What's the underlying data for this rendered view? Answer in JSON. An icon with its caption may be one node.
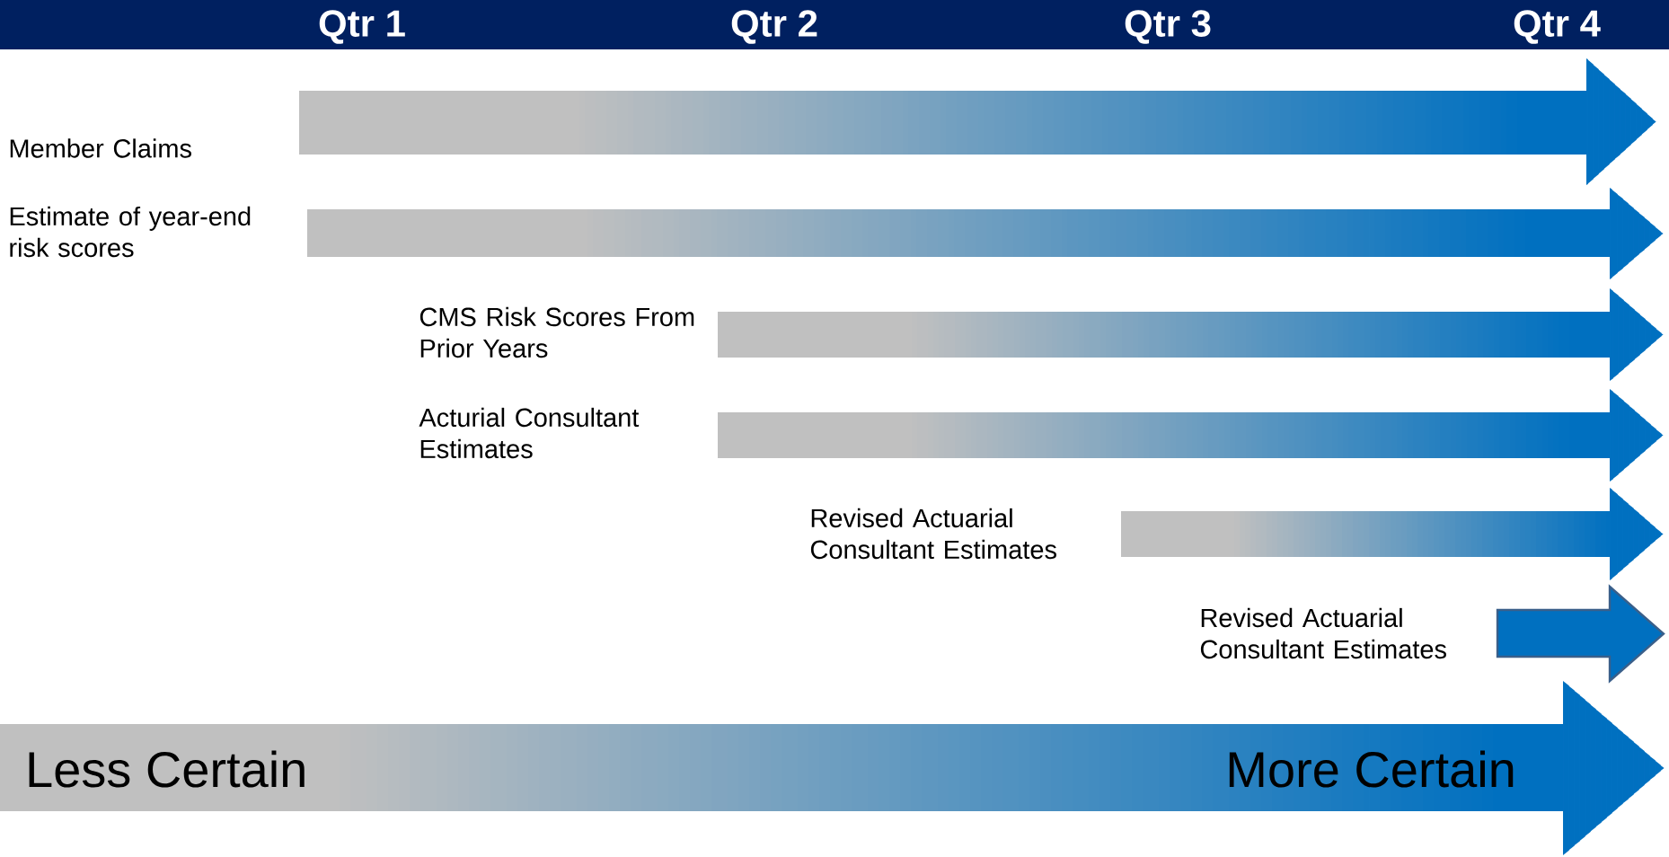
{
  "diagram": {
    "nodes": [
      {
        "text": [
          "Qtr 1",
          "Qtr 2",
          "Qtr 3",
          "Qtr 4"
        ]
      },
      {
        "text": [
          "Member Claims"
        ]
      },
      {
        "text": [
          "Estimate of year-end risk scores"
        ]
      },
      {
        "text": [
          "CMS Risk Scores From Prior Years"
        ]
      },
      {
        "text": [
          "Acturial Consultant Estimates"
        ]
      },
      {
        "text": [
          "Revised Actuarial Consultant Estimates"
        ]
      },
      {
        "text": [
          "Revised Actuarial Consultant Estimates"
        ]
      },
      {
        "text": [
          "Less Certain",
          "More Certain"
        ]
      }
    ]
  }
}
